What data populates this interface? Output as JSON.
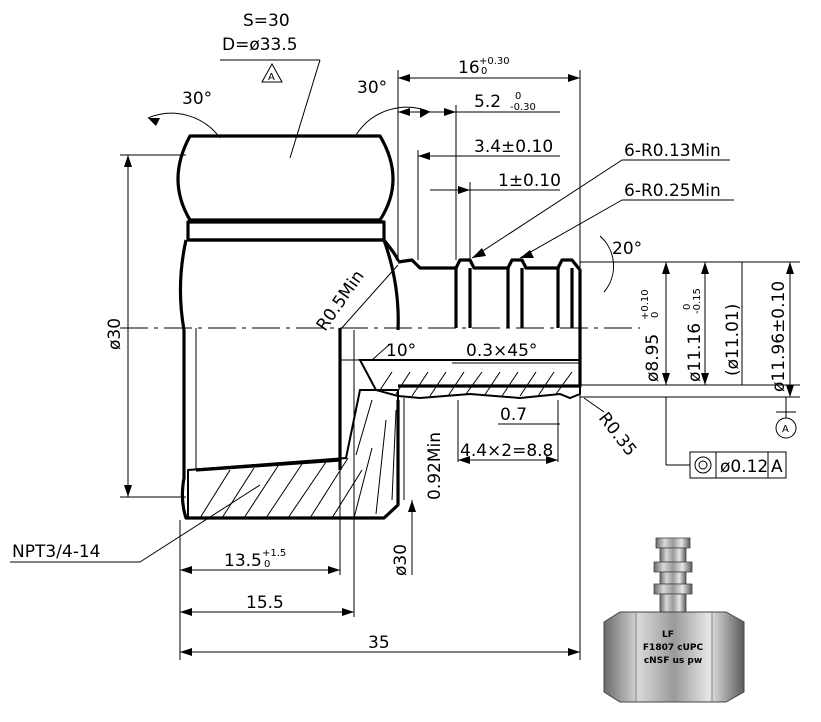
{
  "nut": {
    "s_label": "S=30",
    "d_label": "D=ø33.5",
    "note_flag": "A"
  },
  "dimensions": {
    "chamfer_left": "30°",
    "chamfer_right": "30°",
    "overall_stem": "16",
    "overall_stem_tol_upper": "+0.30",
    "overall_stem_tol_lower": "0",
    "first_barb": "5.2",
    "first_barb_tol_upper": "0",
    "first_barb_tol_lower": "-0.30",
    "barb_pitch": "3.4±0.10",
    "barb_width": "1±0.10",
    "radius_small": "6-R0.13Min",
    "radius_large": "6-R0.25Min",
    "barb_angle": "20°",
    "root_radius": "R0.5Min",
    "nut_dia": "ø30",
    "inner_angle": "10°",
    "chamfer_inner": "0.3×45°",
    "bore_dia": "ø8.95",
    "bore_tol_upper": "+0.10",
    "bore_tol_lower": "0",
    "root_dia": "ø11.16",
    "root_tol_upper": "0",
    "root_tol_lower": "-0.15",
    "ref_dia": "(ø11.01)",
    "barb_dia": "ø11.96±0.10",
    "groove_len": "0.7",
    "barb_spacing": "4.4×2=8.8",
    "tip_radius": "R0.35",
    "wall": "0.92Min",
    "thread_bore": "ø30",
    "thread_spec": "NPT3/4-14",
    "thread_depth": "13.5",
    "thread_depth_tol_upper": "+1.5",
    "thread_depth_tol_lower": "0",
    "face_len": "15.5",
    "overall_len": "35"
  },
  "datum": {
    "label": "A"
  },
  "tolerance_frame": {
    "value": "ø0.12",
    "datum": "A"
  },
  "product_marking": {
    "line1": "LF",
    "line2": "F1807 cUPC",
    "line3": "cNSF us pw"
  }
}
